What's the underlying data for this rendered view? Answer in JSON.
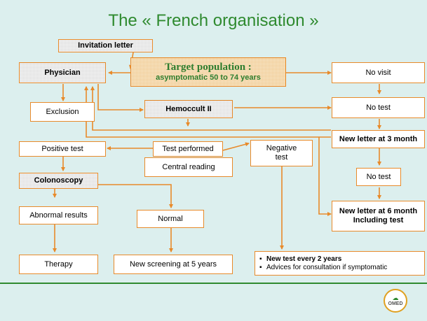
{
  "title": "The « French organisation »",
  "colors": {
    "background": "#dcefee",
    "arrow": "#e88a2a",
    "title": "#2f8a2f",
    "target_text": "#2e7d2e",
    "footer_line": "#2f8a2f"
  },
  "boxes": {
    "invitation_letter": "Invitation letter",
    "target_title": "Target population :",
    "target_subtitle": "asymptomatic 50 to 74 years",
    "physician": "Physician",
    "exclusion": "Exclusion",
    "hemoccult": "Hemoccult II",
    "no_visit": "No visit",
    "no_test_1": "No test",
    "new_letter_3": "New letter at 3 month",
    "positive_test": "Positive test",
    "test_performed": "Test performed",
    "central_reading": "Central reading",
    "negative_test": "Negative test",
    "no_test_2": "No test",
    "colonoscopy": "Colonoscopy",
    "abnormal_results": "Abnormal results",
    "normal": "Normal",
    "new_letter_6_line1": "New letter at 6 month",
    "new_letter_6_line2": "Including test",
    "therapy": "Therapy",
    "new_screening": "New screening at 5 years",
    "bullet_1": "New test every 2 years",
    "bullet_2": "Advices for consultation if symptomatic"
  },
  "logo": {
    "icon": "omed-logo-icon",
    "text": "OMED"
  }
}
